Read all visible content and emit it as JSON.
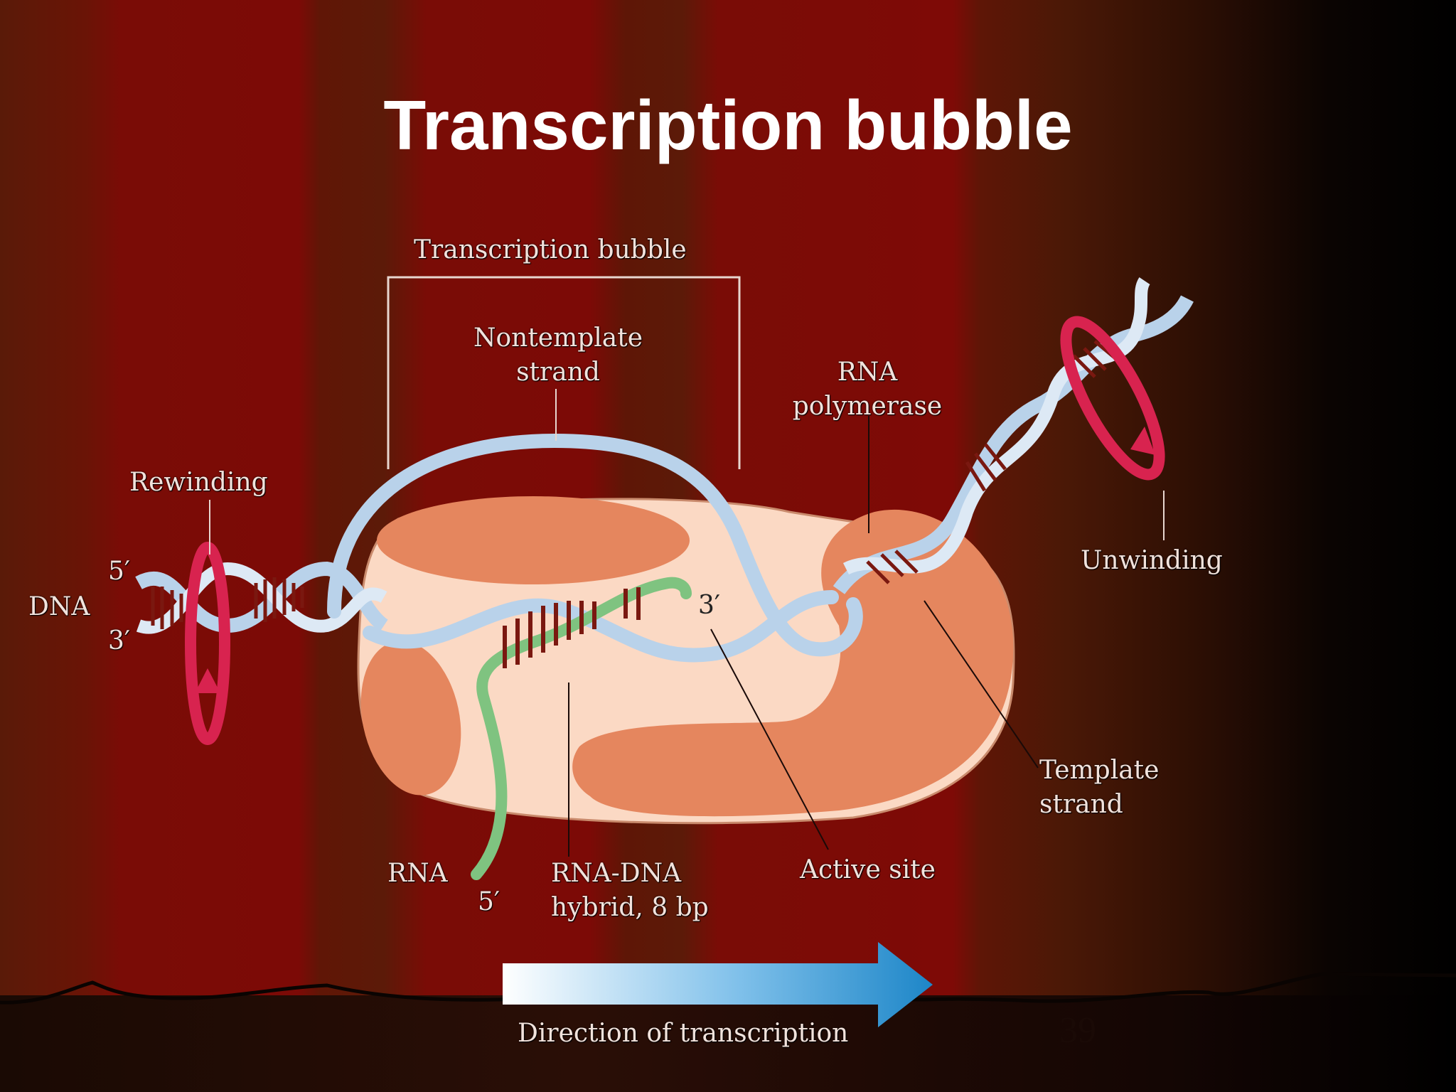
{
  "slide": {
    "title": "Transcription bubble",
    "page_number": "39"
  },
  "diagram": {
    "bracket_label": "Transcription bubble",
    "nontemplate_strand": [
      "Nontemplate",
      "strand"
    ],
    "rna_polymerase": [
      "RNA",
      "polymerase"
    ],
    "rewinding": "Rewinding",
    "unwinding": "Unwinding",
    "dna": "DNA",
    "end_5_dna": "5′",
    "end_3_dna": "3′",
    "end_3_rna": "3′",
    "end_5_rna": "5′",
    "rna": "RNA",
    "rna_dna_hybrid": [
      "RNA-DNA",
      "hybrid, 8 bp"
    ],
    "active_site": "Active site",
    "template_strand": [
      "Template",
      "strand"
    ],
    "direction": "Direction of transcription"
  },
  "colors": {
    "polymerase_light": "#fbd9c4",
    "polymerase_dark": "#e5865e",
    "dna_strand": "#b9d2ea",
    "rna_strand": "#7fc380",
    "rotation_arrow": "#d8234f",
    "direction_arrow": "#1d86c8"
  }
}
